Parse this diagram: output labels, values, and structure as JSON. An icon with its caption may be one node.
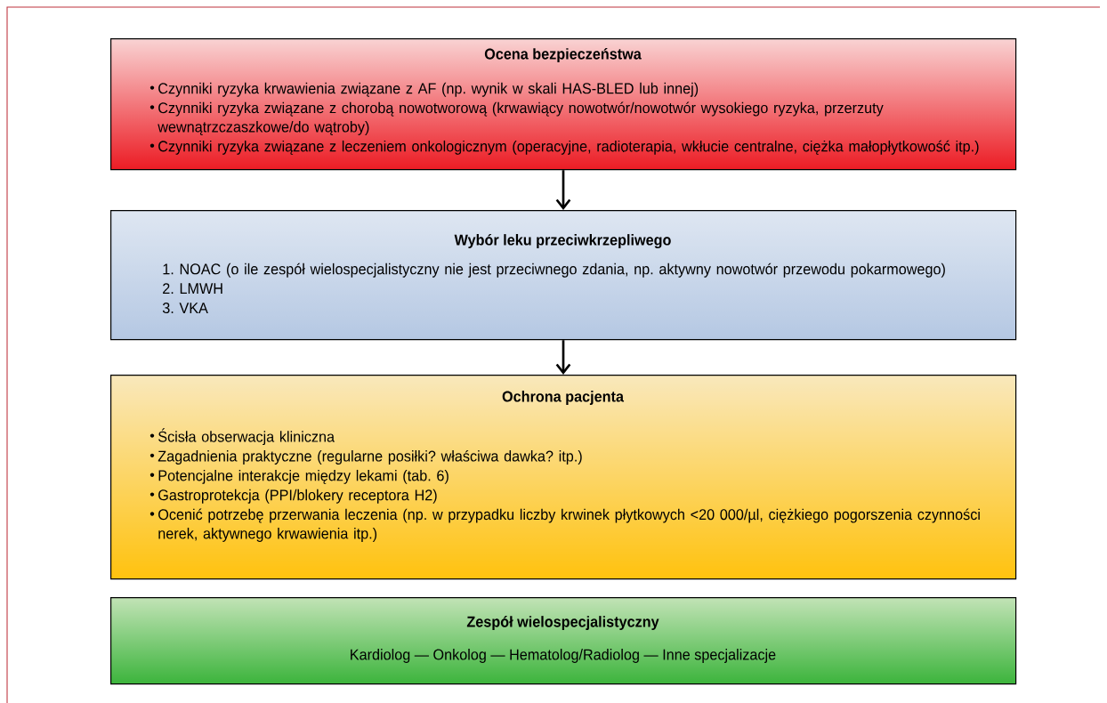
{
  "diagram": {
    "nodes": [
      {
        "text": [
          "Ocena bezpieczeństwa",
          "Czynniki ryzyka krwawienia związane z AF (np. wynik w skali HAS-BLED lub innej)",
          "Czynniki ryzyka związane z chorobą nowotworową (krwawiący nowotwór/nowotwór wysokiego ryzyka, przerzuty wewnątrzczaszkowe/do wątroby)",
          "Czynniki ryzyka związane z leczeniem onkologicznym (operacyjne, radioterapia, wkłucie centralne, ciężka małopłytkowość itp.)"
        ]
      },
      {
        "text": [
          "Wybór leku przeciwkrzepliwego",
          "1. NOAC (o ile zespół wielospecjalistyczny nie jest przeciwnego zdania, np. aktywny nowotwór przewodu pokarmowego)",
          "2. LMWH",
          "3. VKA"
        ]
      },
      {
        "text": [
          "Ochrona pacjenta",
          "Ścisła obserwacja kliniczna",
          "Zagadnienia praktyczne (regularne posiłki? właściwa dawka? itp.)",
          "Potencjalne interakcje między lekami (tab. 6)",
          "Gastroprotekcja (PPI/blokery receptora H2)",
          "Ocenić potrzebę przerwania leczenia (np. w przypadku liczby krwinek płytkowych <20 000/µl, ciężkiego pogorszenia czynności nerek, aktywnego krwawienia itp.)"
        ]
      },
      {
        "text": [
          "Zespół wielospecjalistyczny",
          "Kardiolog — Onkolog — Hematolog/Radiolog — Inne specjalizacje"
        ]
      }
    ],
    "edges": [
      {
        "from": 0,
        "to": 1,
        "arrow": "to"
      },
      {
        "from": 1,
        "to": 2,
        "arrow": "to"
      }
    ]
  }
}
